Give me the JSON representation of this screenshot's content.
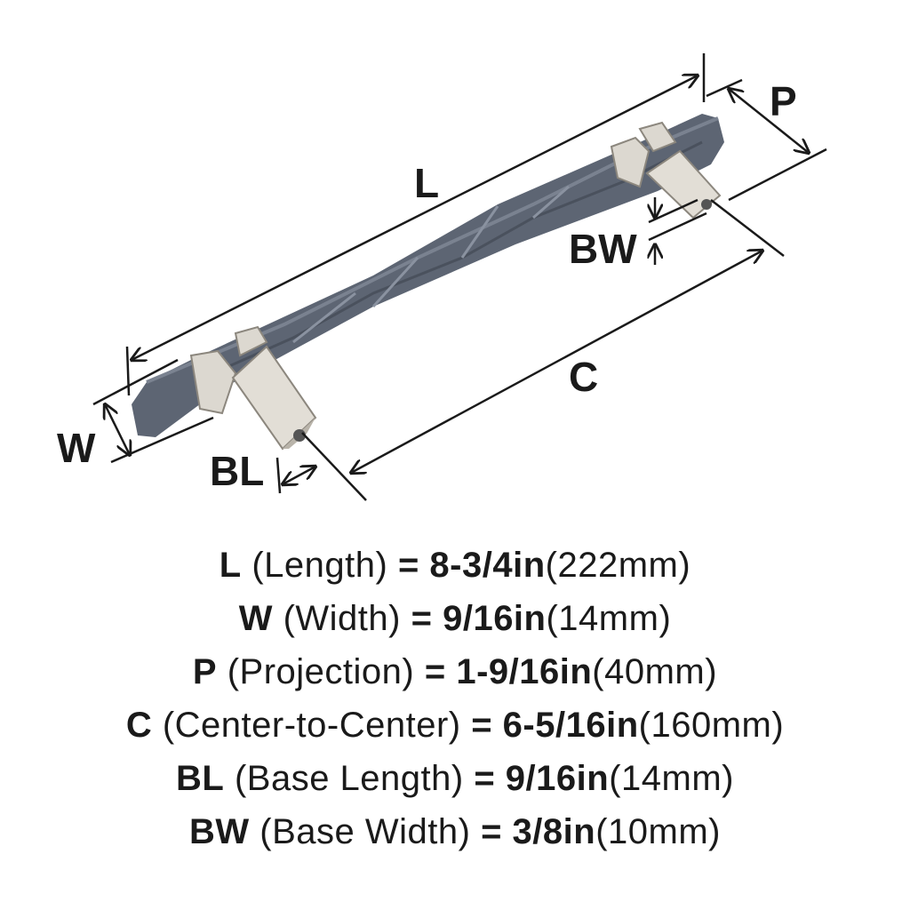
{
  "diagram": {
    "labels": {
      "L": "L",
      "W": "W",
      "P": "P",
      "C": "C",
      "BL": "BL",
      "BW": "BW"
    },
    "colors": {
      "bar": "#5d6573",
      "bar_light": "#7a8290",
      "post": "#dcd8d0",
      "post_dark": "#b9b4aa",
      "line": "#1a1a1a"
    }
  },
  "specs": [
    {
      "abbr": "L",
      "name": " (Length) ",
      "imperial": "= 8-3/4in",
      "metric": "(222mm)"
    },
    {
      "abbr": "W",
      "name": " (Width) ",
      "imperial": "= 9/16in",
      "metric": "(14mm)"
    },
    {
      "abbr": "P",
      "name": " (Projection) ",
      "imperial": "= 1-9/16in",
      "metric": "(40mm)"
    },
    {
      "abbr": "C",
      "name": " (Center-to-Center) ",
      "imperial": "= 6-5/16in",
      "metric": "(160mm)"
    },
    {
      "abbr": "BL",
      "name": " (Base Length) ",
      "imperial": "= 9/16in",
      "metric": "(14mm)"
    },
    {
      "abbr": "BW",
      "name": " (Base Width) ",
      "imperial": "= 3/8in",
      "metric": "(10mm)"
    }
  ]
}
